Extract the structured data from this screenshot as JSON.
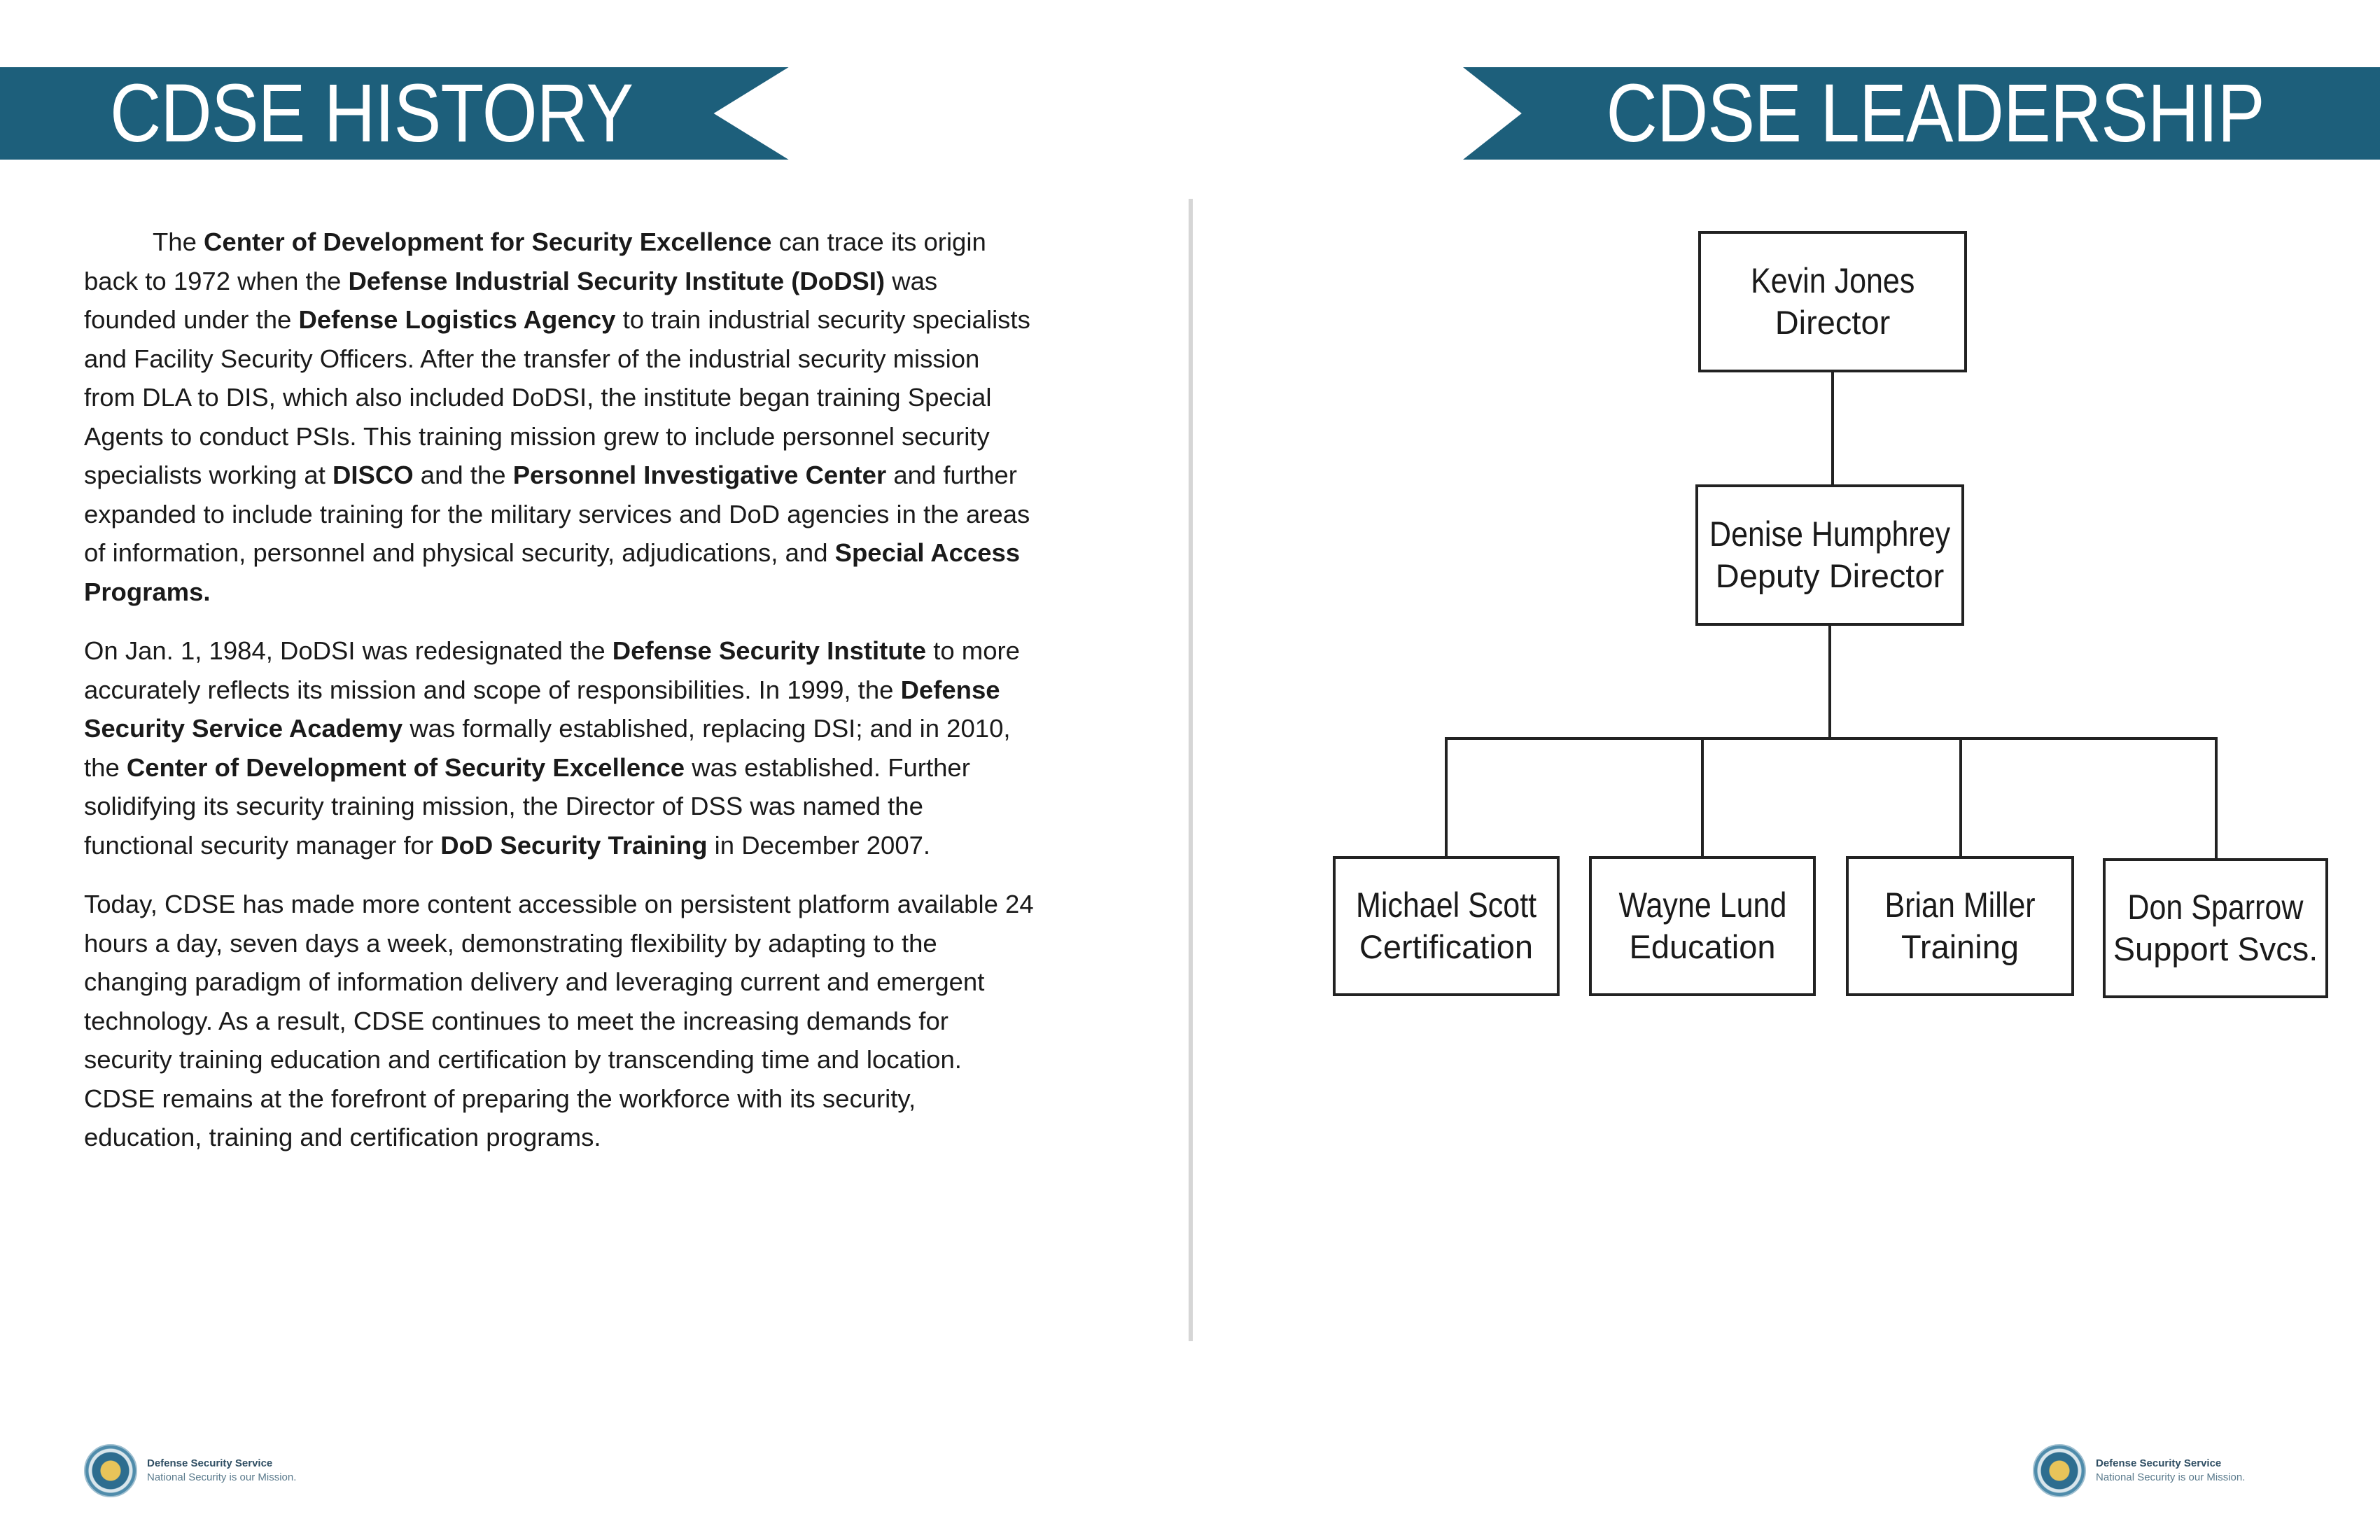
{
  "left_page": {
    "banner_title": "CDSE HISTORY",
    "paragraphs": {
      "p1": {
        "s1": "The ",
        "b1": "Center of Development for Security Excellence",
        "s2": " can trace its origin back to 1972 when the ",
        "b2": "Defense Industrial Security Institute (DoDSI)",
        "s3": " was founded under the ",
        "b3": "Defense Logistics Agency",
        "s4": " to train industrial security specialists and Facility Security Officers. After the transfer of the industrial security mission from DLA to DIS, which also included DoDSI, the institute began training Special Agents to conduct PSIs. This training mission grew to include personnel security specialists working at ",
        "b4": "DISCO",
        "s5": " and the ",
        "b5": "Personnel Investigative Center",
        "s6": " and further expanded to include training for the military services and DoD agencies in the areas of information, personnel and physical security, adjudications, and ",
        "b6": "Special Access Programs."
      },
      "p2": {
        "s1": "On Jan. 1, 1984, DoDSI was redesignated the ",
        "b1": "Defense Security Institute",
        "s2": " to more accurately reflects its mission and scope of responsibilities. In 1999, the ",
        "b2": "Defense Security Service Academy",
        "s3": " was formally established, replacing DSI; and in 2010, the ",
        "b3": "Center of Development of Security Excellence",
        "s4": " was established. Further solidifying its security training mission, the Director of DSS was named the functional security manager for ",
        "b4": "DoD Security Training",
        "s5": " in December 2007."
      },
      "p3": "Today, CDSE has made more content accessible on persistent platform available 24 hours a day, seven days a week, demonstrating flexibility by adapting to the changing paradigm of information delivery and leveraging current and emergent technology.  As a result, CDSE continues to meet the increasing demands for security training education and certification by transcending time and location. CDSE remains at the forefront of preparing the workforce with its security, education, training and certification programs."
    },
    "footer": {
      "org": "Defense Security Service",
      "motto": "National Security is our Mission."
    }
  },
  "right_page": {
    "banner_title": "CDSE LEADERSHIP",
    "org_chart": {
      "director": {
        "name": "Kevin Jones",
        "title": "Director"
      },
      "deputy": {
        "name": "Denise Humphrey",
        "title": "Deputy Director"
      },
      "reports": [
        {
          "name": "Michael Scott",
          "title": "Certification"
        },
        {
          "name": "Wayne Lund",
          "title": "Education"
        },
        {
          "name": "Brian Miller",
          "title": "Training"
        },
        {
          "name": "Don Sparrow",
          "title": "Support Svcs."
        }
      ]
    },
    "footer": {
      "org": "Defense Security Service",
      "motto": "National Security is our Mission."
    }
  },
  "colors": {
    "banner": "#1d5f7b",
    "divider": "#d6d6d6",
    "box_border": "#222222"
  }
}
